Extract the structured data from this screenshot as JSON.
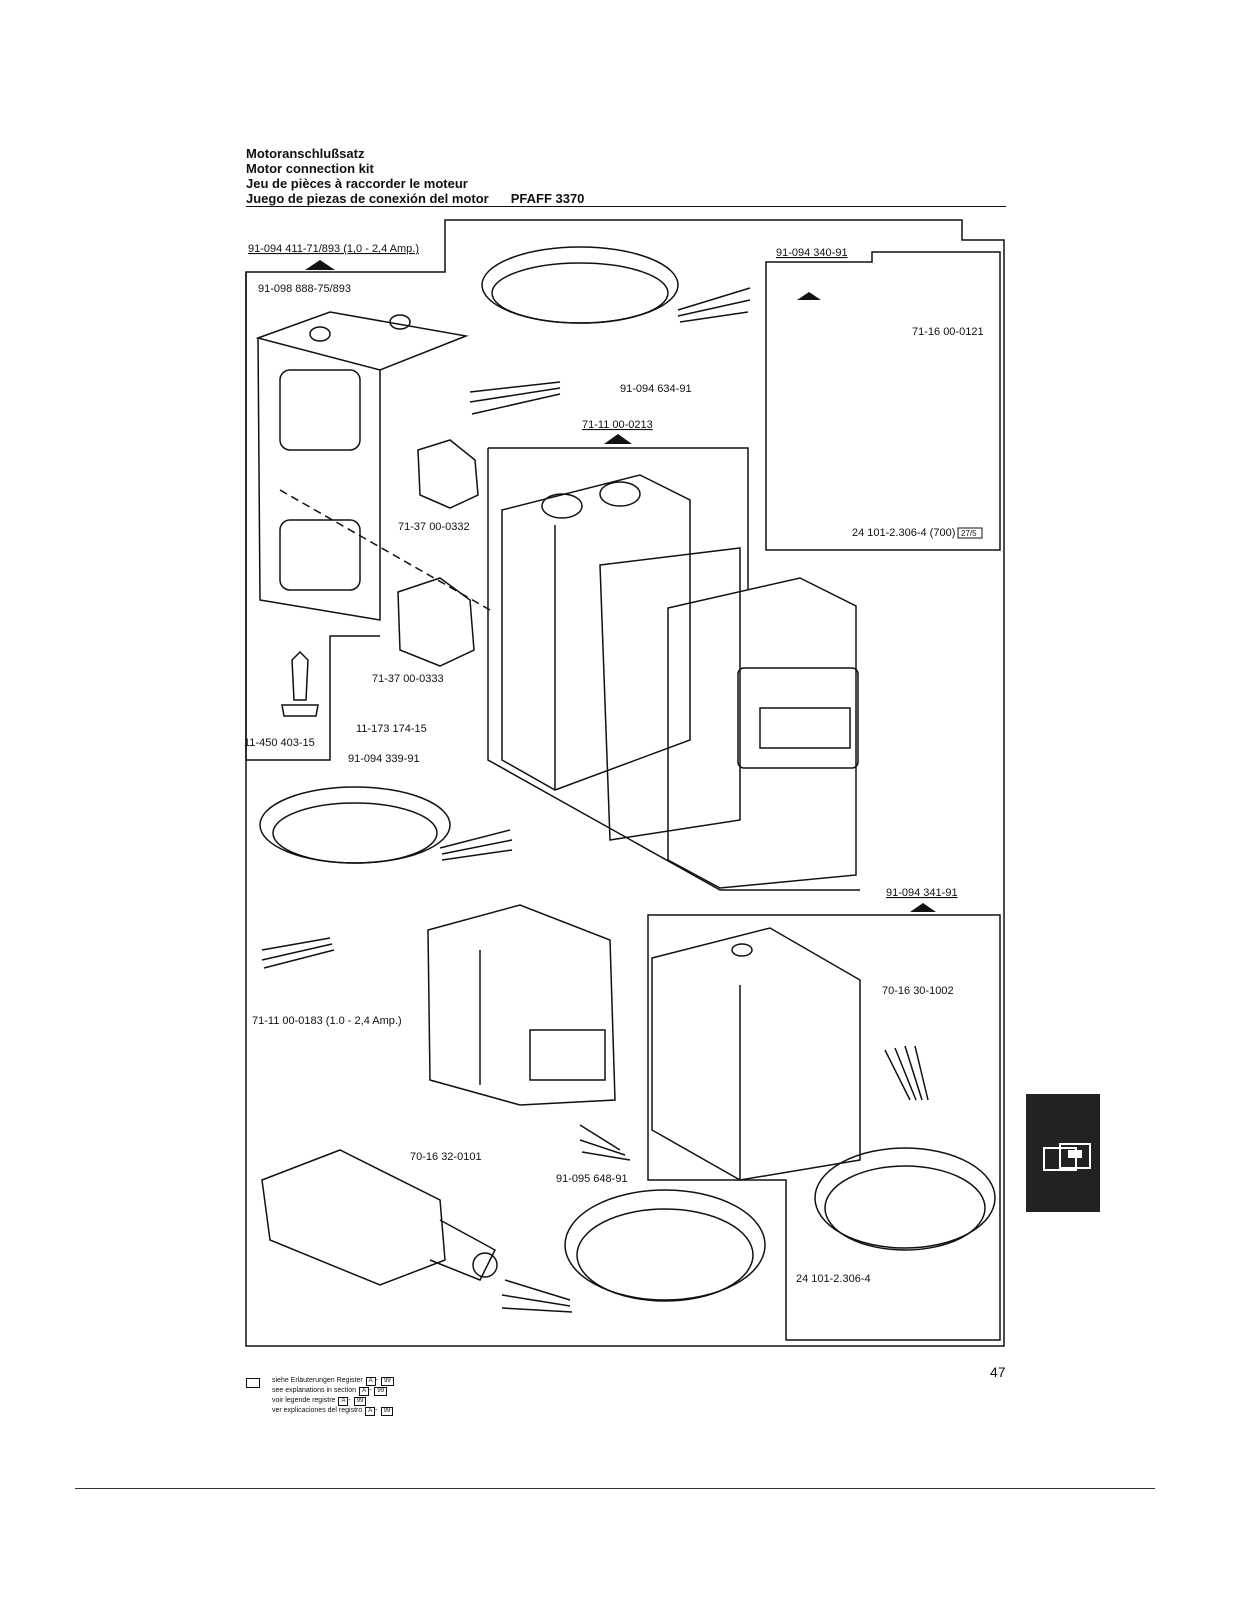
{
  "header": {
    "title_de": "Motoranschlußsatz",
    "title_en": "Motor connection kit",
    "title_fr": "Jeu de pièces à raccorder le moteur",
    "title_es": "Juego de piezas de conexión del motor",
    "model": "PFAFF 3370"
  },
  "parts": {
    "kit_set": "91-094 411-71/893 (1,0 - 2,4 Amp.)",
    "bracket": "91-098 888-75/893",
    "cable_top": "91-094 634-91",
    "box_set": "71-11 00-0213",
    "plug_set": "91-094 340-91",
    "plug_connector": "71-16 00-0121",
    "plug_cable": "24 101-2.306-4 (700)",
    "plug_cable_ref": "27/5",
    "gland_small": "71-37 00-0332",
    "gland_large": "71-37 00-0333",
    "screw": "11-173 174-15",
    "wood_screw": "11-450 403-15",
    "cable_left": "91-094 339-91",
    "contactor": "71-11 00-0183 (1.0 - 2,4 Amp.)",
    "motor_set": "91-094 341-91",
    "motor_box": "70-16 30-1002",
    "mains_plug": "70-16 32-0101",
    "cable_bottom": "91-095 648-91",
    "motor_cable": "24 101-2.306-4"
  },
  "legend": {
    "line_de": "siehe Erläuterungen Register",
    "line_en": "see explanations in section",
    "line_fr": "voir legende registre",
    "line_es": "ver explicaciones del registro",
    "sec_a": "A",
    "sec_b": "99"
  },
  "page_number": "47"
}
